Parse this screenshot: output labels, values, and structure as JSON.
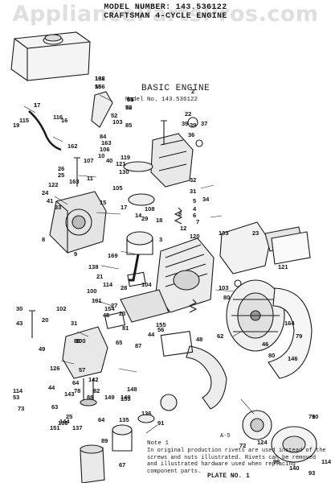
{
  "watermark": "AppliancePartsPros.com",
  "header": {
    "model_label": "MODEL NUMBER:",
    "model_number": "143.536122",
    "engine": "CRAFTSMAN 4-CYCLE ENGINE"
  },
  "section": {
    "title": "BASIC ENGINE",
    "model_line": "Model No. 143.536122"
  },
  "callouts": [
    "132",
    "55",
    "51",
    "52",
    "17",
    "115",
    "19",
    "116",
    "162",
    "16",
    "52",
    "103",
    "85",
    "84",
    "163",
    "106",
    "10",
    "40",
    "107",
    "121",
    "130",
    "119",
    "26",
    "25",
    "163",
    "11",
    "122",
    "105",
    "15",
    "17",
    "24",
    "108",
    "41",
    "33",
    "29",
    "14",
    "12",
    "18",
    "3",
    "2",
    "22",
    "39",
    "39",
    "37",
    "36",
    "34",
    "32",
    "31",
    "5",
    "4",
    "6",
    "7",
    "8",
    "8",
    "9",
    "133",
    "23",
    "120",
    "121",
    "138",
    "169",
    "21",
    "114",
    "104",
    "27",
    "28",
    "100",
    "101",
    "103",
    "30",
    "102",
    "20",
    "31",
    "154",
    "62",
    "43",
    "45",
    "88",
    "49",
    "65",
    "155",
    "44",
    "87",
    "81",
    "80",
    "48",
    "46",
    "164",
    "79",
    "80",
    "146",
    "100",
    "126",
    "23",
    "56",
    "57",
    "114",
    "53",
    "78",
    "73",
    "44",
    "64",
    "142",
    "143",
    "148",
    "140",
    "82",
    "88",
    "149",
    "153",
    "63",
    "25",
    "144",
    "151",
    "64",
    "135",
    "138",
    "136",
    "91",
    "90",
    "137",
    "89",
    "67",
    "72",
    "124",
    "140",
    "93",
    "98",
    "114",
    "71",
    "168",
    "166",
    "65",
    "70",
    "1"
  ],
  "notes": {
    "title": "Note 1",
    "corner_mark": "A-5",
    "body": "In original production rivets are used instead of the screws and nuts illustrated. Rivets can be removed and illustrated hardware used when replacing component parts.",
    "plate": "PLATE NO. 1"
  },
  "colors": {
    "ink": "#1a1a1a",
    "paper": "#ffffff",
    "watermark": "#8c8c8c"
  }
}
